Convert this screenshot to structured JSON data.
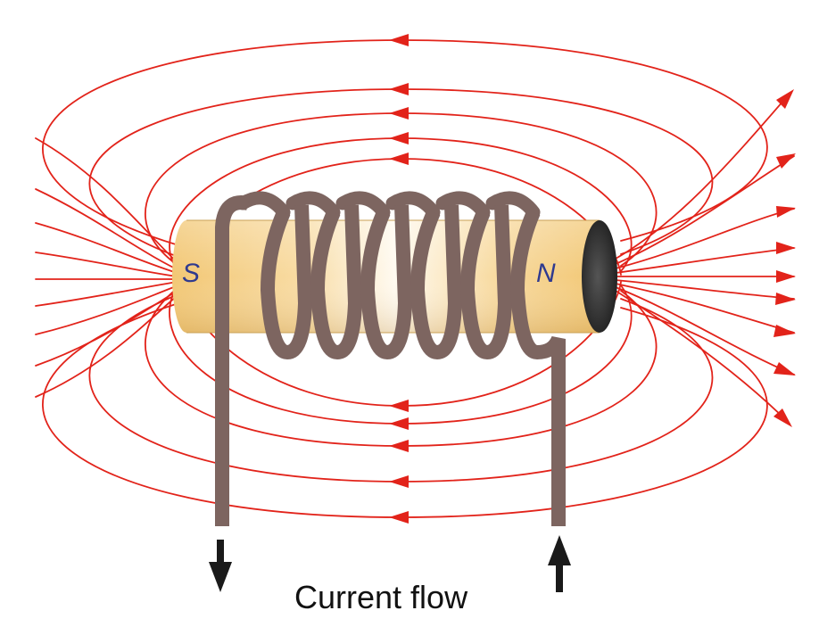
{
  "labels": {
    "south_pole": "S",
    "north_pole": "N",
    "caption": "Current flow"
  },
  "colors": {
    "field_line": "#e2231a",
    "coil_wire": "#7d6560",
    "core": "#f6cf86",
    "core_highlight": "#fffaf0",
    "core_end": "#2b2b2b",
    "pole_label": "#2f3a8f",
    "arrow": "#1a1a1a",
    "text": "#111111"
  },
  "icons": {
    "left_lead": "arrow-down-icon",
    "right_lead": "arrow-up-icon"
  }
}
